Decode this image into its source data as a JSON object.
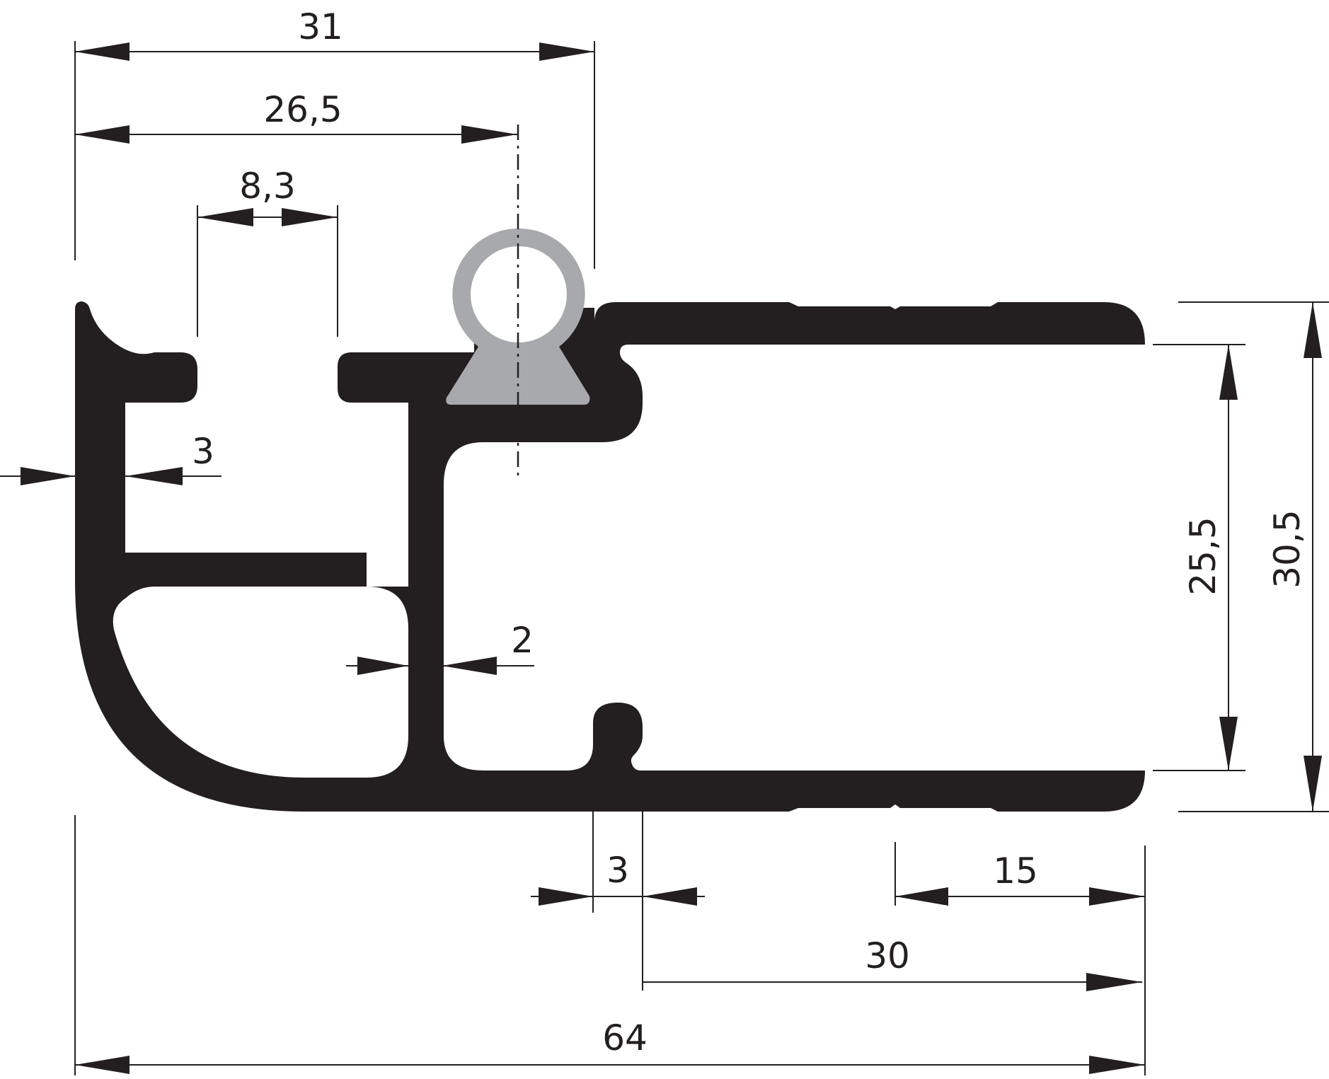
{
  "drawing": {
    "colors": {
      "profile": "#231f20",
      "seal": "#a7a9ac",
      "background": "#ffffff"
    },
    "dimensions": {
      "width_31": "31",
      "seal_axis_26_5": "26,5",
      "slot_8_3": "8,3",
      "left_wall_3": "3",
      "web_2": "2",
      "lip_3": "3",
      "right_15": "15",
      "right_30": "30",
      "overall_64": "64",
      "inner_height_25_5": "25,5",
      "overall_height_30_5": "30,5"
    }
  }
}
